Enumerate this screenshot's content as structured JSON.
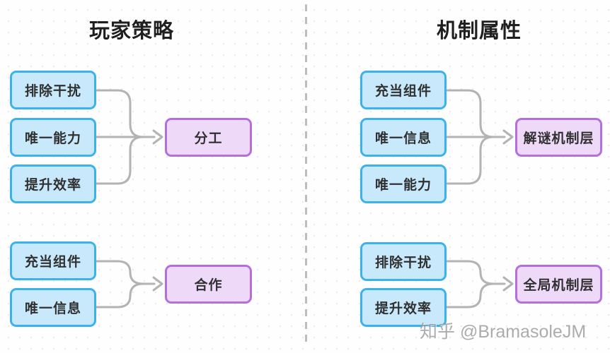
{
  "sections": [
    {
      "title": "玩家策略",
      "groups": [
        {
          "sources": [
            "排除干扰",
            "唯一能力",
            "提升效率"
          ],
          "target": "分工"
        },
        {
          "sources": [
            "充当组件",
            "唯一信息"
          ],
          "target": "合作"
        }
      ]
    },
    {
      "title": "机制属性",
      "groups": [
        {
          "sources": [
            "充当组件",
            "唯一信息",
            "唯一能力"
          ],
          "target": "解谜机制层"
        },
        {
          "sources": [
            "排除干扰",
            "提升效率"
          ],
          "target": "全局机制层"
        }
      ]
    }
  ],
  "watermark": {
    "text": "知乎 @BramasoleJM"
  },
  "palette": {
    "source_node_fill": "#c7e9fb",
    "source_node_border": "#3cb2ec",
    "target_node_fill": "#eed9f9",
    "target_node_border": "#b46fdc",
    "connector": "#b3b3b3",
    "divider": "#bdbdbd",
    "title_text": "#1f1f1f",
    "node_text": "#303030",
    "watermark_text": "#9e9e9e",
    "background_dots": "#ebebeb"
  }
}
